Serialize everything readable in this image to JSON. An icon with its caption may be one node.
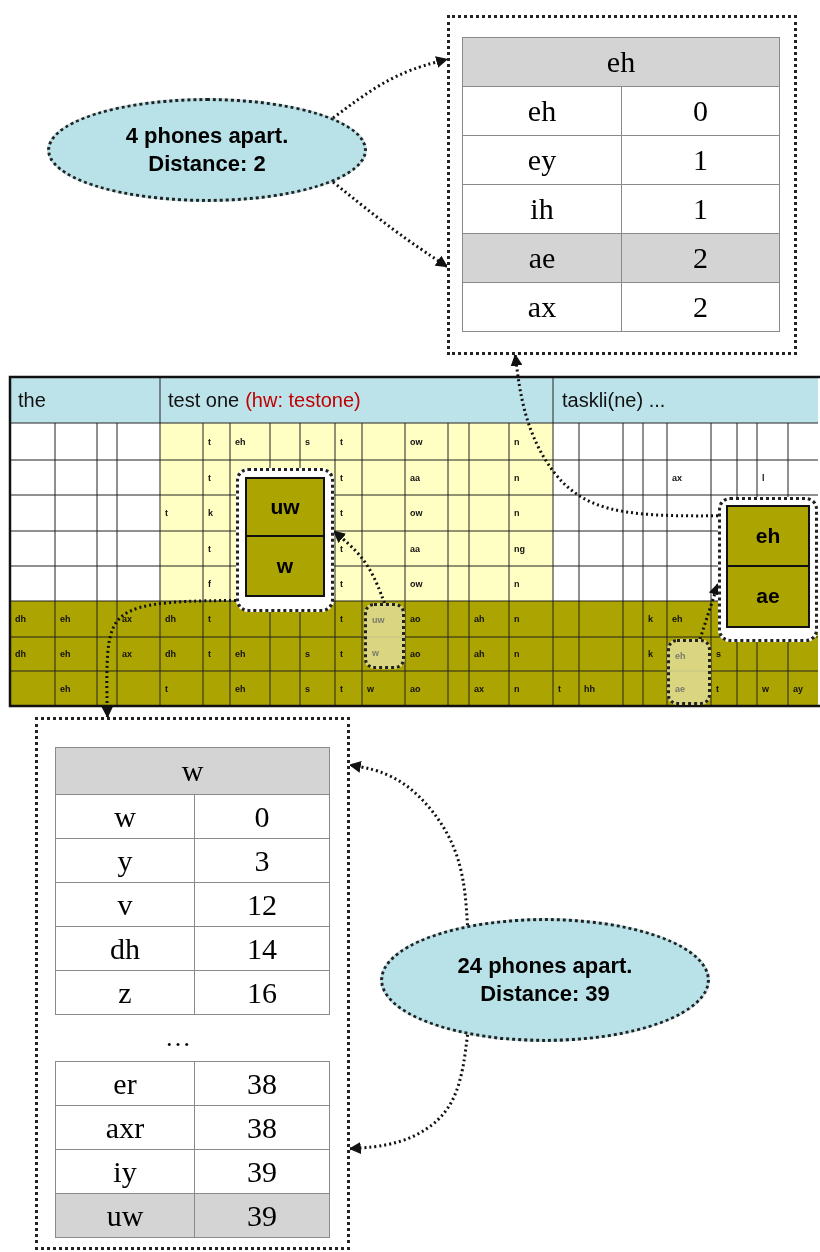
{
  "diagram": {
    "nodes": [
      {
        "text": [
          "4 phones apart. Distance: 2"
        ]
      },
      {
        "text": [
          "eh",
          "eh",
          "0",
          "ey",
          "1",
          "ih",
          "1",
          "ae",
          "2",
          "ax",
          "2"
        ]
      },
      {
        "text": [
          "uw",
          "w"
        ]
      },
      {
        "text": [
          "eh",
          "ae"
        ]
      },
      {
        "text": [
          "uw",
          "w"
        ]
      },
      {
        "text": [
          "eh",
          "ae"
        ]
      },
      {
        "text": [
          "w",
          "w",
          "0",
          "y",
          "3",
          "v",
          "12",
          "dh",
          "14",
          "z",
          "16",
          "…",
          "er",
          "38",
          "axr",
          "38",
          "iy",
          "39",
          "uw",
          "39"
        ]
      },
      {
        "text": [
          "24 phones apart. Distance: 39"
        ]
      }
    ],
    "edges": [
      {
        "from": 0,
        "to": 1,
        "arrow": "to"
      },
      {
        "from": 0,
        "to": 1,
        "arrow": "to"
      },
      {
        "from": 3,
        "to": 1,
        "arrow": "to"
      },
      {
        "from": 5,
        "to": 3,
        "arrow": "to"
      },
      {
        "from": 4,
        "to": 2,
        "arrow": "to"
      },
      {
        "from": 2,
        "to": 6,
        "arrow": "to"
      },
      {
        "from": 7,
        "to": 6,
        "arrow": "to"
      },
      {
        "from": 7,
        "to": 6,
        "arrow": "to"
      }
    ],
    "labels": [
      "the",
      "test one",
      "(hw: testone)",
      "taskli(ne) ...",
      "t",
      "eh",
      "s",
      "t",
      "ow",
      "n",
      "t",
      "t",
      "aa",
      "n",
      "ax",
      "l",
      "t",
      "k",
      "t",
      "ow",
      "n",
      "t",
      "t",
      "aa",
      "ng",
      "f",
      "t",
      "ow",
      "n",
      "dh",
      "eh",
      "ax",
      "dh",
      "t",
      "t",
      "ao",
      "ah",
      "n",
      "k",
      "eh",
      "dh",
      "eh",
      "ax",
      "dh",
      "t",
      "eh",
      "s",
      "t",
      "ao",
      "ah",
      "n",
      "k",
      "s",
      "eh",
      "t",
      "eh",
      "s",
      "t",
      "w",
      "ao",
      "ax",
      "n",
      "t",
      "hh",
      "t",
      "w",
      "ay"
    ]
  }
}
